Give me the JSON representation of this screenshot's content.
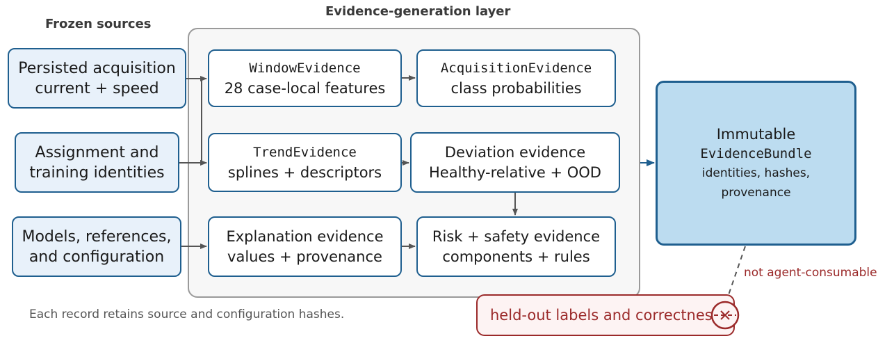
{
  "frozen_sources": {
    "heading": "Frozen sources",
    "items": [
      {
        "line1": "Persisted acquisition",
        "line2": "current + speed"
      },
      {
        "line1": "Assignment and",
        "line2": "training identities"
      },
      {
        "line1": "Models, references,",
        "line2": "and configuration"
      }
    ]
  },
  "evidence_layer": {
    "heading": "Evidence-generation layer",
    "window": {
      "name": "WindowEvidence",
      "detail": "28 case-local features"
    },
    "acquisition": {
      "name": "AcquisitionEvidence",
      "detail": "class probabilities"
    },
    "trend": {
      "name": "TrendEvidence",
      "detail": "splines + descriptors"
    },
    "deviation": {
      "line1": "Deviation evidence",
      "line2": "Healthy-relative + OOD"
    },
    "explanation": {
      "line1": "Explanation evidence",
      "line2": "values + provenance"
    },
    "risk": {
      "line1": "Risk + safety evidence",
      "line2": "components + rules"
    }
  },
  "bundle": {
    "line1": "Immutable",
    "name": "EvidenceBundle",
    "line3": "identities, hashes,",
    "line4": "provenance"
  },
  "held_out": {
    "label": "held-out labels and correctness",
    "note": "not agent-consumable"
  },
  "footer_note": "Each record retains source and configuration hashes.",
  "colors": {
    "border_blue": "#1f5f8f",
    "source_fill": "#e8f1fa",
    "bundle_fill": "#bcdcf0",
    "held_out_red": "#9b2a2a",
    "arrow_gray": "#555555"
  }
}
